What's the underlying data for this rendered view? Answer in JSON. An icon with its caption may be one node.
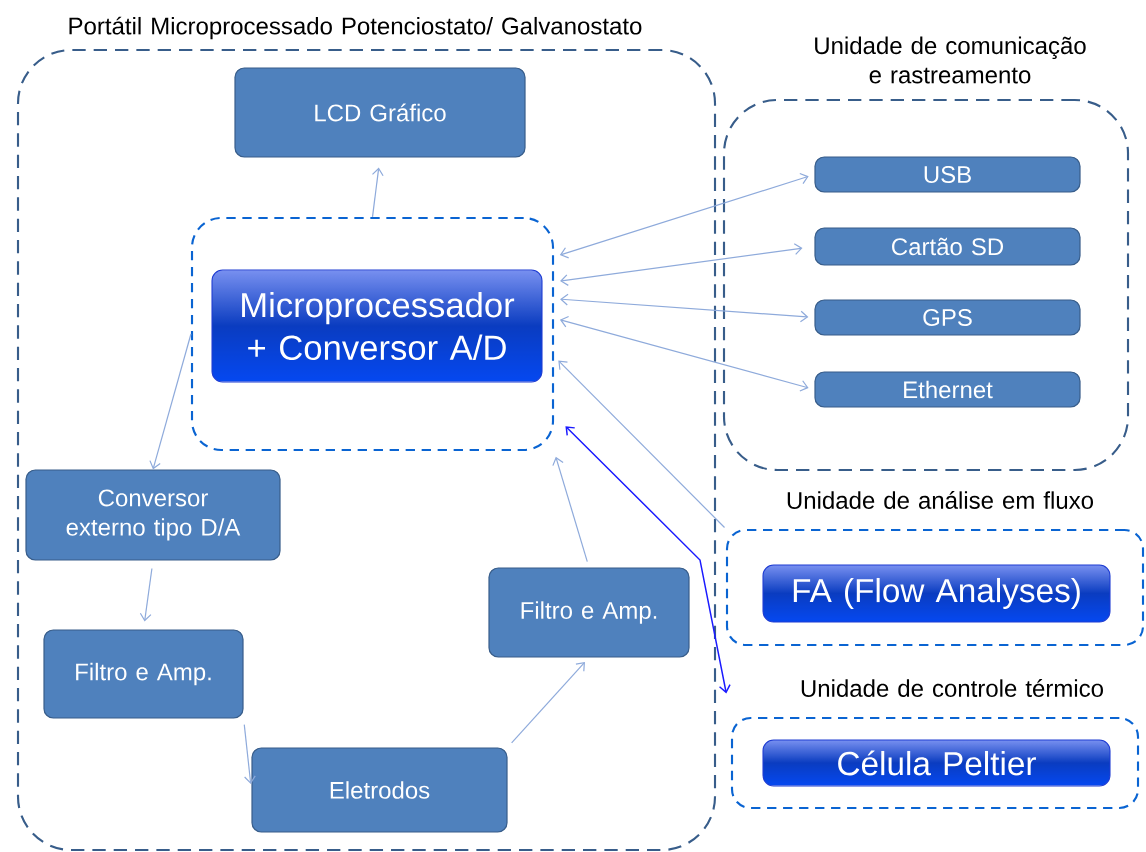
{
  "diagram": {
    "nodes": [
      {
        "text": [
          "Portátil Microprocessado Potenciostato/ Galvanostato"
        ]
      },
      {
        "text": [
          "LCD Gráfico"
        ],
        "in": 0
      },
      {
        "text": [],
        "shape": "box",
        "in": 0
      },
      {
        "text": [
          "Microprocessador + Conversor A/D"
        ],
        "in": 2
      },
      {
        "text": [
          "Conversor externo tipo D/A"
        ],
        "in": 0
      },
      {
        "text": [
          "Filtro e Amp."
        ],
        "in": 0
      },
      {
        "text": [
          "Eletrodos"
        ],
        "in": 0
      },
      {
        "text": [
          "Filtro e Amp."
        ],
        "in": 0
      },
      {
        "text": [
          "Unidade de comunicação e rastreamento"
        ]
      },
      {
        "text": [
          "USB"
        ],
        "in": 8
      },
      {
        "text": [
          "Cartão SD"
        ],
        "in": 8
      },
      {
        "text": [
          "GPS"
        ],
        "in": 8
      },
      {
        "text": [
          "Ethernet"
        ],
        "in": 8
      },
      {
        "text": [
          "Unidade de análise em fluxo"
        ]
      },
      {
        "text": [
          "FA (Flow  Analyses)"
        ],
        "in": 13
      },
      {
        "text": [
          "Unidade de controle térmico"
        ]
      },
      {
        "text": [
          "Célula Peltier"
        ],
        "in": 15
      }
    ],
    "edges": [
      {
        "from": 2,
        "to": 1,
        "arrow": "to"
      },
      {
        "from": 2,
        "to": 4,
        "arrow": "to"
      },
      {
        "from": 4,
        "to": 5,
        "arrow": "to"
      },
      {
        "from": 5,
        "to": 6,
        "arrow": "to"
      },
      {
        "from": 6,
        "to": 7,
        "arrow": "to"
      },
      {
        "from": 7,
        "to": 2,
        "arrow": "to"
      },
      {
        "from": 2,
        "to": 9,
        "arrow": "both"
      },
      {
        "from": 2,
        "to": 10,
        "arrow": "both"
      },
      {
        "from": 2,
        "to": 11,
        "arrow": "both"
      },
      {
        "from": 2,
        "to": 12,
        "arrow": "both"
      },
      {
        "from": 13,
        "to": 2,
        "arrow": "to"
      },
      {
        "from": 2,
        "to": 15,
        "arrow": "both",
        "color": "#1a1aff"
      }
    ]
  }
}
